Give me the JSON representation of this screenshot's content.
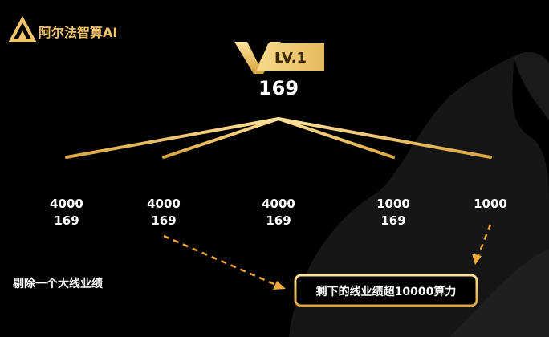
{
  "brand": {
    "name": "阿尔法智算AI",
    "gold": "#f1c56c"
  },
  "root": {
    "level": "LV.1",
    "value": "169"
  },
  "nodes": [
    {
      "top": "4000",
      "bottom": "169"
    },
    {
      "top": "4000",
      "bottom": "169"
    },
    {
      "top": "4000",
      "bottom": "169"
    },
    {
      "top": "1000",
      "bottom": "169"
    },
    {
      "top": "1000",
      "bottom": ""
    }
  ],
  "note": {
    "text": "剔除一个大线业绩"
  },
  "callout": {
    "text": "剩下的线业绩超10000算力"
  },
  "colors": {
    "gold": "#f1c56c",
    "dash": "#f0a93a",
    "background": "#000000",
    "watermark": "#1d1d1d"
  }
}
